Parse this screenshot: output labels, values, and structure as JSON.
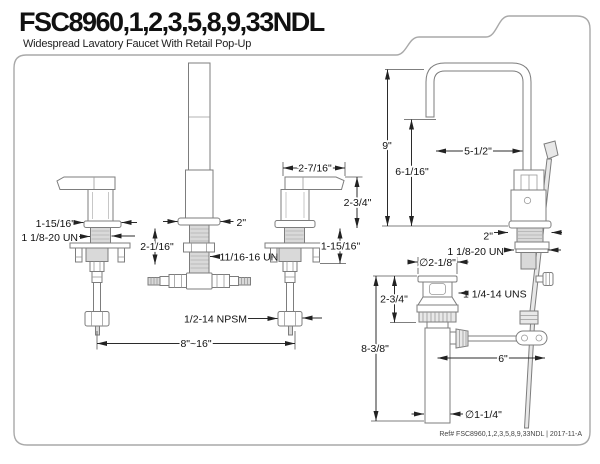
{
  "header": {
    "model": "FSC8960,1,2,3,5,8,9,33NDL",
    "subtitle": "Widespread Lavatory Faucet With Retail Pop-Up"
  },
  "footer": {
    "ref": "Ref# FSC8960,1,2,3,5,8,9,33NDL | 2017-11-A"
  },
  "colors": {
    "line": "#7d7d7d",
    "dimension": "#2b2b2b",
    "frame": "#a9a9a9",
    "shaded_fill": "#d9d9d9"
  },
  "dimensions": {
    "front_view": {
      "handle_flange_width": "1-15/16\"",
      "handle_shank_thread": "1 1/8-20 UN",
      "spout_shank_height": "2-1/16\"",
      "spout_flange_width": "2\"",
      "spout_shank_thread": "11/16-16 UN",
      "handle_length": "2-7/16\"",
      "handle_height": "2-3/4\"",
      "handle_shank_length": "1-15/16\"",
      "supply_thread": "1/2-14 NPSM",
      "faucet_spread": "8\"~16\""
    },
    "side_view": {
      "overall_height": "9\"",
      "spout_outlet_height": "6-1/16\"",
      "spout_reach": "5-1/2\"",
      "flange_width": "2\"",
      "shank_thread": "1 1/8-20 UN"
    },
    "drain": {
      "flange_diameter": "∅2-1/8\"",
      "flange_height": "2-3/4\"",
      "body_thread": "1 1/4-14 UNS",
      "overall_height": "8-3/8\"",
      "lift_rod_offset": "6\"",
      "tailpiece_diameter": "∅1-1/4\""
    }
  }
}
